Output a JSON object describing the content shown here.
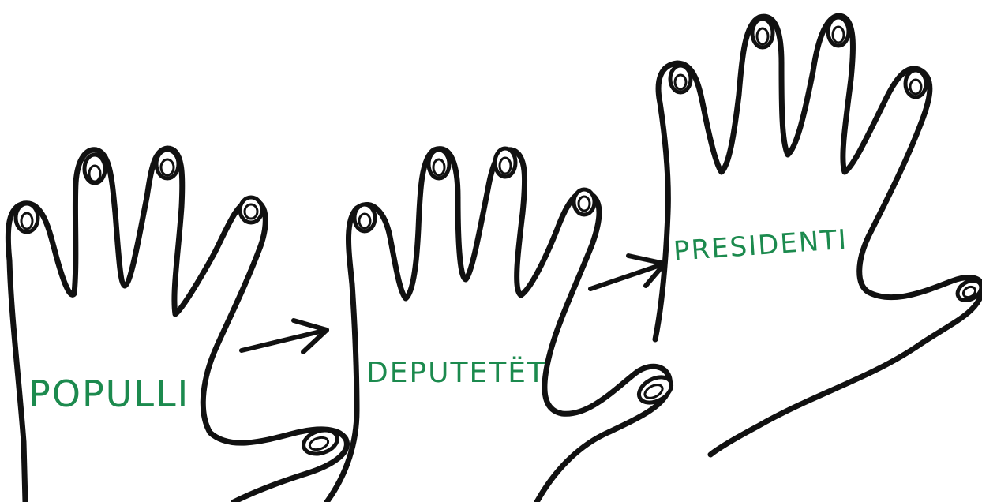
{
  "hands": [
    {
      "label": "POPULLI"
    },
    {
      "label": "DEPUTETËT"
    },
    {
      "label": "PRESIDENTI"
    }
  ],
  "colors": {
    "label_ink": "#1c8a4e",
    "line_ink": "#111111",
    "paper": "#ffffff"
  }
}
